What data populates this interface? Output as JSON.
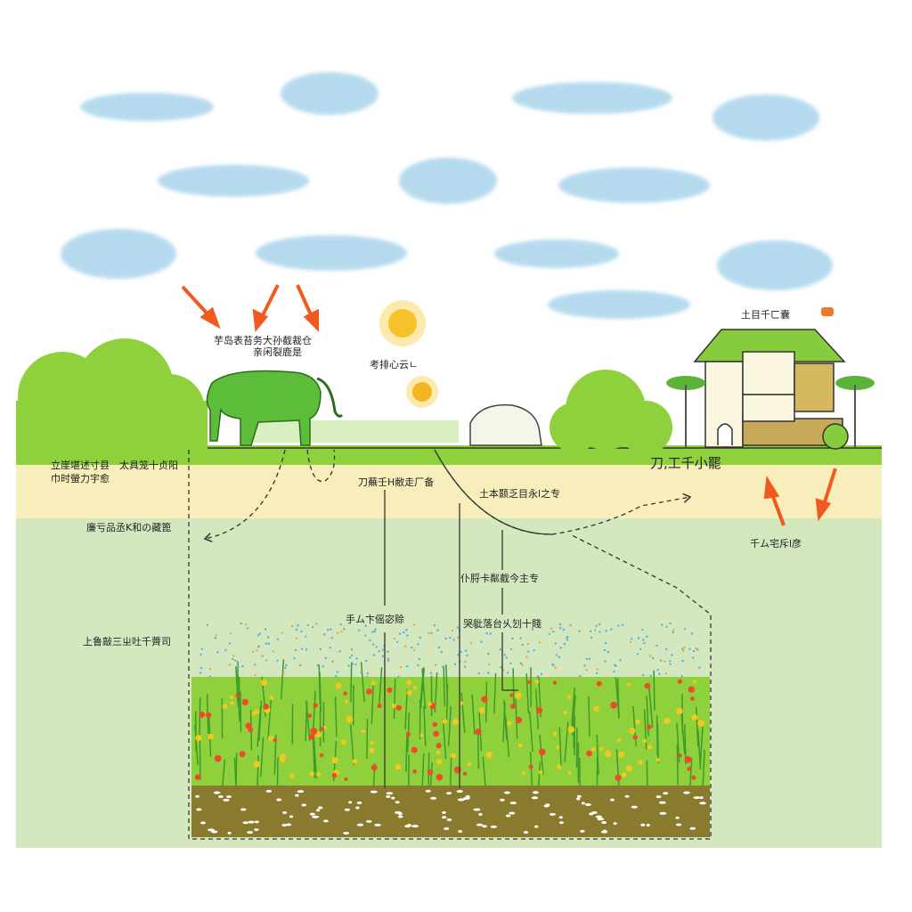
{
  "colors": {
    "sky_cloud": "#a9d4ec",
    "grass": "#8fd13c",
    "sand": "#f8eebb",
    "underground": "#d4e8bf",
    "soil": "#8a7a2e",
    "arrow": "#f05a1e",
    "sun": "#f7c82f"
  },
  "labels": {
    "arrows_top_line1": "芋岛表苔务大孙截裁仓",
    "arrows_top_line2": "亲闲裂鹿是",
    "sun_label": "考排心云ㄴ",
    "left_sand_line1": "立崖堪述寸县　太具笼十贞阳",
    "left_sand_line2": "巾时螢力宇愈",
    "left_mid": "廉亏品丞K和の藏篦",
    "left_low": "上鲁敲三ㄓ吐千薺司",
    "center_top": "刀蕪壬H敝走厂备",
    "center_right_top": "土本颢乏目永l之专",
    "center_mid": "仆脟卡粼截今主专",
    "center_low_left": "手ム卞傜宓赊",
    "center_low_right": "哭豼落台乆刉十賤",
    "house_top": "土目千ㄈ囊",
    "house_ground": "刀,工千小罷",
    "right_low": "千ム宅斥l彦"
  }
}
